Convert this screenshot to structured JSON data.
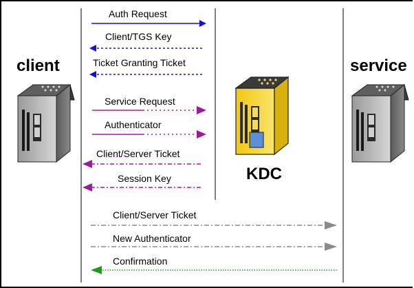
{
  "participants": {
    "client": "client",
    "kdc": "KDC",
    "service": "service"
  },
  "messages": [
    {
      "label": "Auth Request",
      "direction": "right",
      "style": "solid",
      "color": "#1010e0"
    },
    {
      "label": "Client/TGS Key",
      "direction": "left",
      "style": "dashed",
      "color": "#1010e0"
    },
    {
      "label": "Ticket Granting Ticket",
      "direction": "left",
      "style": "dashed",
      "color": "#1010e0"
    },
    {
      "label": "Service Request",
      "direction": "right",
      "style": "solid-dotted",
      "color": "#9b1b9b"
    },
    {
      "label": "Authenticator",
      "direction": "right",
      "style": "solid-dotted",
      "color": "#9b1b9b"
    },
    {
      "label": "Client/Server Ticket",
      "direction": "left",
      "style": "dashdot",
      "color": "#9b1b9b"
    },
    {
      "label": "Session Key",
      "direction": "left",
      "style": "dashdot",
      "color": "#9b1b9b"
    },
    {
      "label": "Client/Server Ticket",
      "direction": "right",
      "style": "dashdot",
      "color": "#7f7f7f"
    },
    {
      "label": "New Authenticator",
      "direction": "right",
      "style": "dashdot",
      "color": "#7f7f7f"
    },
    {
      "label": "Confirmation",
      "direction": "left",
      "style": "dotted",
      "color": "#1a9e1a"
    }
  ],
  "colors": {
    "server_gray": "#6e6e6e",
    "kdc_yellow": "#f2d21a",
    "kdc_window": "#5b8fd6"
  }
}
